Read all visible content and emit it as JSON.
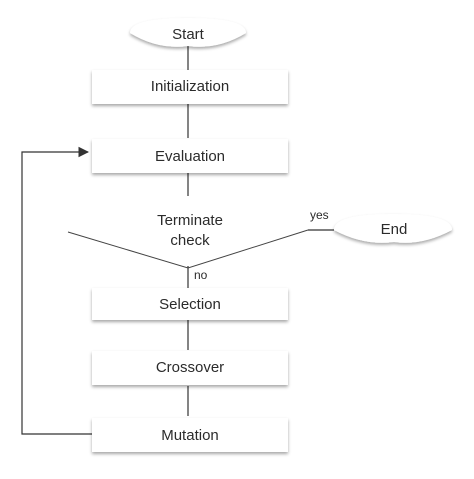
{
  "nodes": {
    "start": "Start",
    "initialization": "Initialization",
    "evaluation": "Evaluation",
    "terminate_line1": "Terminate",
    "terminate_line2": "check",
    "end": "End",
    "selection": "Selection",
    "crossover": "Crossover",
    "mutation": "Mutation"
  },
  "edge_labels": {
    "yes": "yes",
    "no": "no"
  },
  "colors": {
    "line": "#333333",
    "box_fill": "#ffffff",
    "box_shadow": "#d0d0d0",
    "text": "#2b2b2b"
  }
}
